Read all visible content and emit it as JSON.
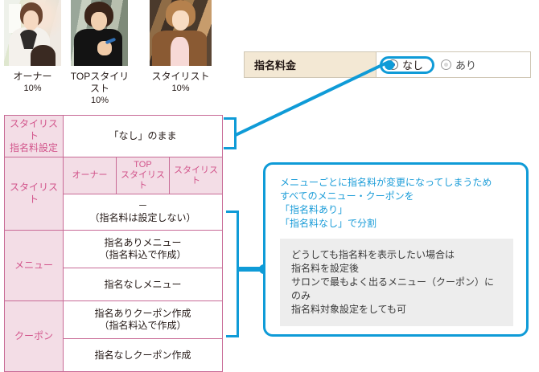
{
  "photos": [
    {
      "name": "owner-photo",
      "caption": "オーナー",
      "percent": "10%"
    },
    {
      "name": "top-stylist-photo",
      "caption": "TOPスタイリスト",
      "percent": "10%"
    },
    {
      "name": "stylist-photo",
      "caption": "スタイリスト",
      "percent": "10%"
    }
  ],
  "form": {
    "field_label": "指名料金",
    "options": [
      {
        "label": "なし",
        "selected": true
      },
      {
        "label": "あり",
        "selected": false
      }
    ]
  },
  "table": {
    "rows": [
      {
        "header": "スタイリスト\n指名料設定",
        "header_line1": "スタイリスト",
        "header_line2": "指名料設定",
        "value": "「なし」のまま"
      },
      {
        "header": "スタイリスト",
        "subheaders": [
          "オーナー",
          "TOP\nスタイリスト",
          "スタイリスト"
        ],
        "subheader1_line1": "オーナー",
        "subheader2_line1": "TOP",
        "subheader2_line2": "スタイリスト",
        "subheader3_line1": "スタイリスト",
        "value_line1": "－",
        "value_line2": "（指名料は設定しない）"
      },
      {
        "header": "メニュー",
        "value1_line1": "指名ありメニュー",
        "value1_line2": "（指名料込で作成）",
        "value2": "指名なしメニュー"
      },
      {
        "header": "クーポン",
        "value1_line1": "指名ありクーポン作成",
        "value1_line2": "（指名料込で作成）",
        "value2": "指名なしクーポン作成"
      }
    ]
  },
  "callout": {
    "text_line1": "メニューごとに指名料が変更になってしまうため",
    "text_line2": "すべてのメニュー・クーポンを",
    "text_line3": "「指名料あり」",
    "text_line4": "「指名料なし」で分割",
    "note_line1": "どうしても指名料を表示したい場合は",
    "note_line2": "指名料を設定後",
    "note_line3": "サロンで最もよく出るメニュー（クーポン）にのみ",
    "note_line4": "指名料対象設定をしても可"
  },
  "colors": {
    "accent_blue": "#0f9bd7",
    "table_pink_bg": "#f3dde6",
    "table_pink_text": "#d2548b",
    "table_border": "#c86a96",
    "label_beige": "#f3e8d4",
    "note_gray": "#ededed"
  }
}
